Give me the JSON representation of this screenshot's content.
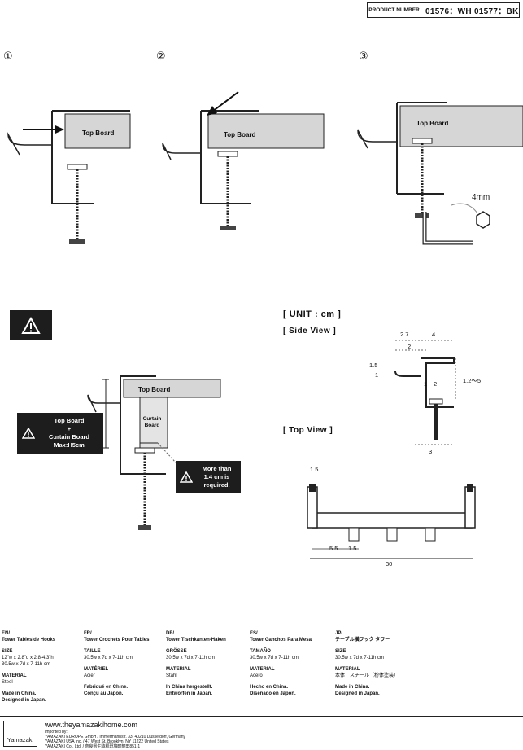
{
  "header": {
    "product_number_label": "PRODUCT NUMBER",
    "product_number_value": "01576：WH 01577：BK"
  },
  "steps": [
    "①",
    "②",
    "③"
  ],
  "diagram_labels": {
    "top_board": "Top Board",
    "curtain_board": "Curtain Board",
    "wrench_size": "4mm"
  },
  "warning": {
    "callout_lines": [
      "Top Board",
      "+",
      "Curtain Board",
      "Max:H5cm"
    ],
    "required_lines": [
      "More than",
      "1.4 cm is",
      "required."
    ]
  },
  "units": {
    "title": "[ UNIT : cm ]",
    "side_view": "[ Side View ]",
    "top_view": "[ Top View ]"
  },
  "dimensions": {
    "side": [
      "2.7",
      "4",
      "2",
      "1.5",
      "1",
      "1",
      "2",
      "1.2～5",
      "3"
    ],
    "top": [
      "1.5",
      "5.5",
      "1.5",
      "30"
    ]
  },
  "languages": [
    {
      "code": "EN/",
      "title": "Tower Tableside Hooks",
      "size_label": "SIZE",
      "size": "12\"w x 2.8\"d x 2.8-4.3\"h",
      "size2": "30.5w x 7d x 7-11h cm",
      "material_label": "MATERIAL",
      "material": "Steel",
      "made": "Made in China.",
      "designed": "Designed in Japan."
    },
    {
      "code": "FR/",
      "title": "Tower Crochets Pour Tables",
      "size_label": "TAILLE",
      "size": "30.5w x 7d x 7-11h cm",
      "size2": "",
      "material_label": "MATÉRIEL",
      "material": "Acier",
      "made": "Fabriqué en Chine.",
      "designed": "Conçu au Japon."
    },
    {
      "code": "DE/",
      "title": "Tower Tischkanten-Haken",
      "size_label": "GRÖSSE",
      "size": "30.5w x 7d x 7-11h cm",
      "size2": "",
      "material_label": "MATERIAL",
      "material": "Stahl",
      "made": "In China hergestellt.",
      "designed": "Entworfen in Japan."
    },
    {
      "code": "ES/",
      "title": "Tower Ganchos Para Mesa",
      "size_label": "TAMAÑO",
      "size": "30.5w x 7d x 7-11h cm",
      "size2": "",
      "material_label": "MATERIAL",
      "material": "Acero",
      "made": "Hecho en China.",
      "designed": "Diseñado en Japón."
    },
    {
      "code": "JP/",
      "title": "テーブル横フック タワー",
      "size_label": "SIZE",
      "size": "30.5w x 7d x 7-11h cm",
      "size2": "",
      "material_label": "MATERIAL",
      "material": "本体：スチール（粉体塗装）",
      "made": "Made in China.",
      "designed": "Designed in Japan."
    }
  ],
  "footer": {
    "logo": "Yamazaki",
    "url": "www.theyamazakihome.com",
    "imported_by": "Imported by:",
    "importers": [
      "YAMAZAKI EUROPE GmbH / Immermannstr. 33, 40210 Dusseldorf, Germany",
      "YAMAZAKI USA Inc. / 47 West St, Brooklyn, NY 11222 United States",
      "YAMAZAKI Co., Ltd. / 奈良県生駒郡斑鳩町龍田851-1"
    ]
  }
}
